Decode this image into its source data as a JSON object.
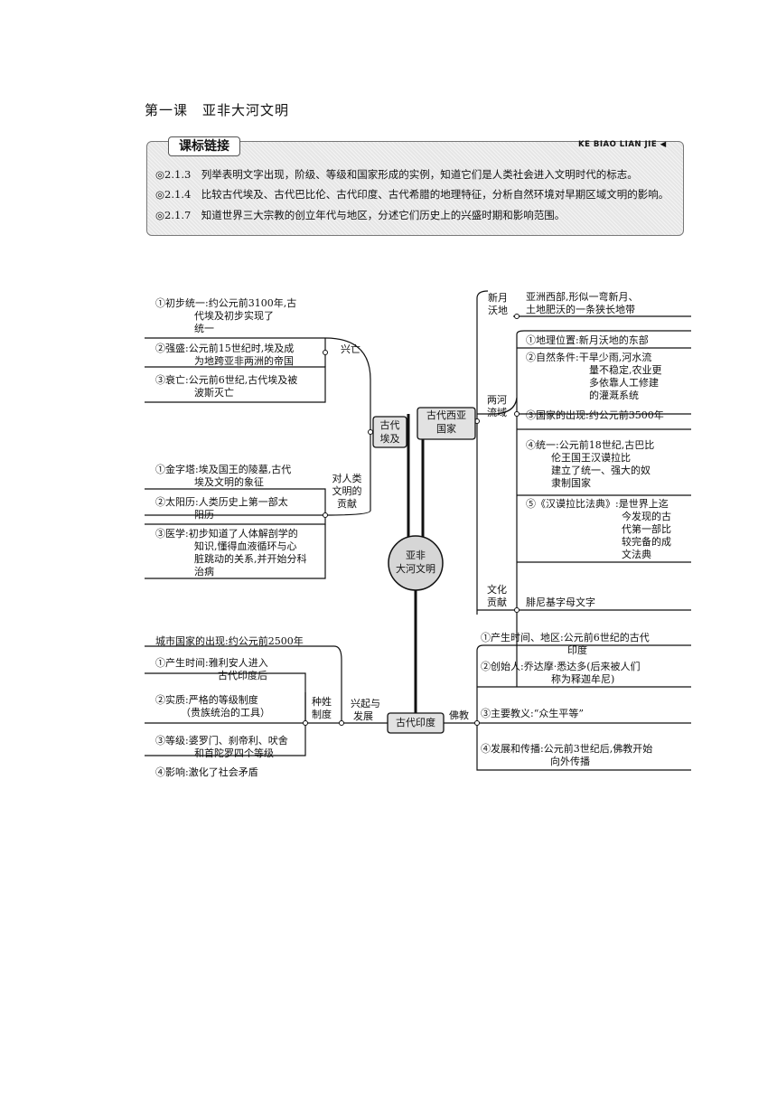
{
  "page_title": "第一课　亚非大河文明",
  "standards_box": {
    "tab": "课标链接",
    "en_label": "KE BIAO LIAN JIE ◀",
    "items": [
      "◎2.1.3　列举表明文字出现，阶级、等级和国家形成的实例，知道它们是人类社会进入文明时代的标志。",
      "◎2.1.4　比较古代埃及、古代巴比伦、古代印度、古代希腊的地理特征，分析自然环境对早期区域文明的影响。",
      "◎2.1.7　知道世界三大宗教的创立年代与地区，分述它们历史上的兴盛时期和影响范围。"
    ]
  },
  "mindmap": {
    "center": [
      "亚非",
      "大河文明"
    ],
    "egypt": {
      "node": [
        "古代",
        "埃及"
      ],
      "rise_fall": {
        "label": "兴亡",
        "items": [
          [
            "①初步统一:约公元前3100年,古",
            "代埃及初步实现了",
            "统一"
          ],
          [
            "②强盛:公元前15世纪时,埃及成",
            "为地跨亚非两洲的帝国"
          ],
          [
            "③衰亡:公元前6世纪,古代埃及被",
            "波斯灭亡"
          ]
        ]
      },
      "contribution": {
        "label": [
          "对人类",
          "文明的",
          "贡献"
        ],
        "items": [
          [
            "①金字塔:埃及国王的陵墓,古代",
            "埃及文明的象征"
          ],
          [
            "②太阳历:人类历史上第一部太",
            "阳历"
          ],
          [
            "③医学:初步知道了人体解剖学的",
            "知识,懂得血液循环与心",
            "脏跳动的关系,并开始分科",
            "治病"
          ]
        ]
      }
    },
    "west_asia": {
      "node": [
        "古代西亚",
        "国家"
      ],
      "crescent": {
        "label": [
          "新月",
          "沃地"
        ],
        "text": [
          "亚洲西部,形似一弯新月、",
          "土地肥沃的一条狭长地带"
        ]
      },
      "two_rivers": {
        "label": [
          "两河",
          "流域"
        ],
        "items": [
          [
            "①地理位置:新月沃地的东部"
          ],
          [
            "②自然条件:干旱少雨,河水流",
            "量不稳定,农业更",
            "多依靠人工修建",
            "的灌溉系统"
          ],
          [
            "③国家的出现:约公元前3500年"
          ],
          [
            "④统一:公元前18世纪,古巴比",
            "伦王国王汉谟拉比",
            "建立了统一、强大的奴",
            "隶制国家"
          ],
          [
            "⑤《汉谟拉比法典》:是世界上迄",
            "今发现的古",
            "代第一部比",
            "较完备的成",
            "文法典"
          ]
        ]
      },
      "culture": {
        "label": [
          "文化",
          "贡献"
        ],
        "text": "腓尼基字母文字"
      }
    },
    "india": {
      "node": "古代印度",
      "rise": {
        "label": [
          "兴起与",
          "发展"
        ],
        "city_state": "城市国家的出现:约公元前2500年",
        "caste": {
          "label": [
            "种姓",
            "制度"
          ],
          "items": [
            [
              "①产生时间:雅利安人进入",
              "古代印度后"
            ],
            [
              "②实质:严格的等级制度",
              "（贵族统治的工具）"
            ],
            [
              "③等级:婆罗门、刹帝利、吠舍",
              "和首陀罗四个等级"
            ],
            [
              "④影响:激化了社会矛盾"
            ]
          ]
        }
      },
      "buddhism": {
        "label": "佛教",
        "items": [
          [
            "①产生时间、地区:公元前6世纪的古代",
            "印度"
          ],
          [
            "②创始人:乔达摩·悉达多(后来被人们",
            "称为释迦牟尼)"
          ],
          [
            "③主要教义:“众生平等”"
          ],
          [
            "④发展和传播:公元前3世纪后,佛教开始",
            "向外传播"
          ]
        ]
      }
    }
  }
}
